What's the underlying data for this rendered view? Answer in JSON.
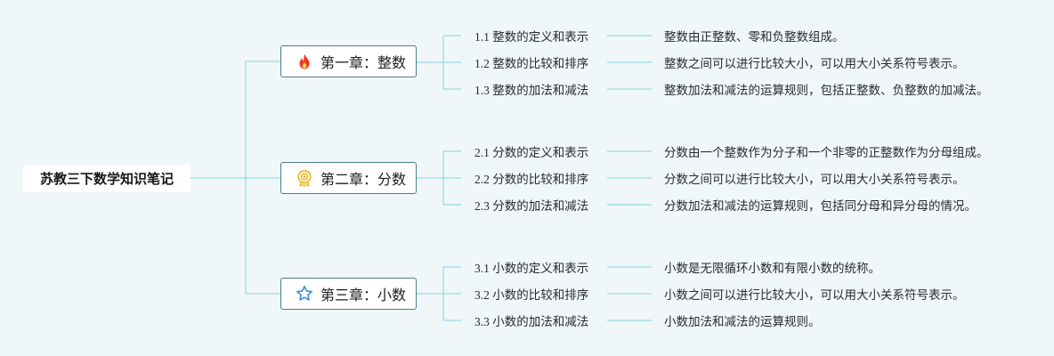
{
  "root": {
    "label": "苏教三下数学知识笔记"
  },
  "colors": {
    "background": "#eff7f9",
    "line": "#a8dde8",
    "chapter_border": "#4d7d8c",
    "fire_icon": "#ef3a23",
    "medal_icon": "#e7b52b",
    "star_icon": "#3d8fd6"
  },
  "chapters": [
    {
      "label": "第一章：整数",
      "icon": "fire-icon",
      "sections": [
        {
          "label": "1.1 整数的定义和表示",
          "detail": "整数由正整数、零和负整数组成。"
        },
        {
          "label": "1.2 整数的比较和排序",
          "detail": "整数之间可以进行比较大小，可以用大小关系符号表示。"
        },
        {
          "label": "1.3 整数的加法和减法",
          "detail": "整数加法和减法的运算规则，包括正整数、负整数的加减法。"
        }
      ]
    },
    {
      "label": "第二章：分数",
      "icon": "medal-icon",
      "sections": [
        {
          "label": "2.1 分数的定义和表示",
          "detail": "分数由一个整数作为分子和一个非零的正整数作为分母组成。"
        },
        {
          "label": "2.2 分数的比较和排序",
          "detail": "分数之间可以进行比较大小，可以用大小关系符号表示。"
        },
        {
          "label": "2.3 分数的加法和减法",
          "detail": "分数加法和减法的运算规则，包括同分母和异分母的情况。"
        }
      ]
    },
    {
      "label": "第三章：小数",
      "icon": "star-icon",
      "sections": [
        {
          "label": "3.1 小数的定义和表示",
          "detail": "小数是无限循环小数和有限小数的统称。"
        },
        {
          "label": "3.2 小数的比较和排序",
          "detail": "小数之间可以进行比较大小，可以用大小关系符号表示。"
        },
        {
          "label": "3.3 小数的加法和减法",
          "detail": "小数加法和减法的运算规则。"
        }
      ]
    }
  ]
}
